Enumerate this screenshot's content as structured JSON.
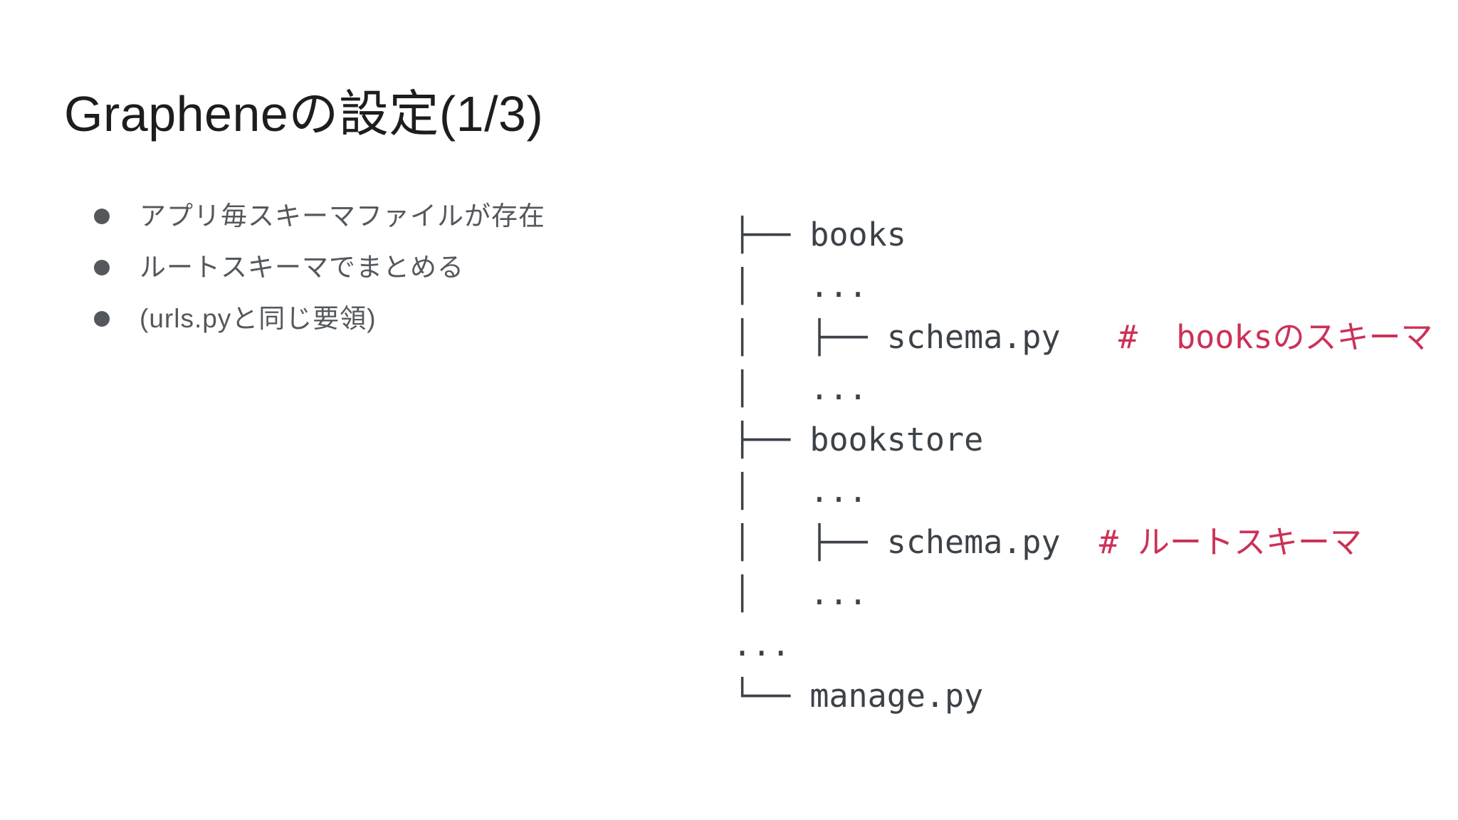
{
  "slide": {
    "title": "Grapheneの設定(1/3)",
    "bullets": [
      {
        "label": "アプリ毎スキーマファイルが存在"
      },
      {
        "label": "ルートスキーマでまとめる"
      },
      {
        "label": "(urls.pyと同じ要領)"
      }
    ],
    "file_tree": {
      "lines": [
        {
          "text": "├── books",
          "comment": ""
        },
        {
          "text": "│   ...",
          "comment": ""
        },
        {
          "text": "│   ├── schema.py   ",
          "comment": "#  booksのスキーマ"
        },
        {
          "text": "│   ...",
          "comment": ""
        },
        {
          "text": "├── bookstore",
          "comment": ""
        },
        {
          "text": "│   ...",
          "comment": ""
        },
        {
          "text": "│   ├── schema.py  ",
          "comment": "# ルートスキーマ"
        },
        {
          "text": "│   ...",
          "comment": ""
        },
        {
          "text": "...",
          "comment": ""
        },
        {
          "text": "└── manage.py",
          "comment": ""
        }
      ]
    },
    "colors": {
      "background": "#ffffff",
      "title_text": "#1d1d1f",
      "bullet_text": "#54585c",
      "tree_text": "#3c4248",
      "comment_red": "#cc3157"
    }
  }
}
